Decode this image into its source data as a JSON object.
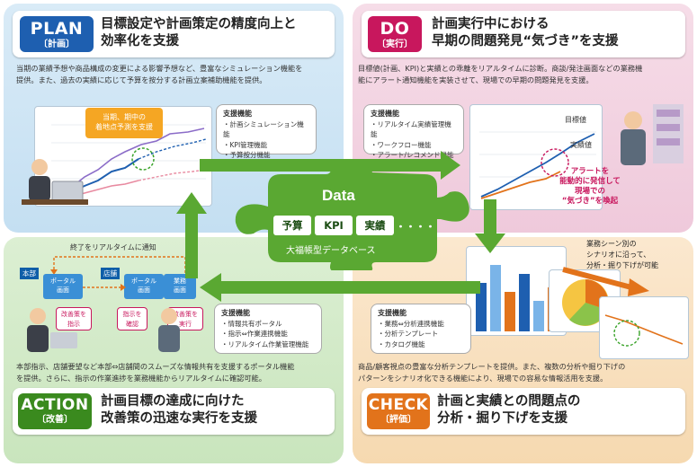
{
  "plan": {
    "badge_en": "PLAN",
    "badge_jp": "〔計画〕",
    "heading_line1": "目標設定や計画策定の精度向上と",
    "heading_line2": "効率化を支援",
    "desc_line1": "当期の業績予想や商品構成の変更による影響予想など、豊富なシミュレーション機能を",
    "desc_line2": "提供。また、過去の実績に応じて予算を按分する計画立案補助機能を提供。",
    "callout_line1": "当期、期中の",
    "callout_line2": "着地点予測を支援",
    "support_title": "支援機能",
    "support_items": [
      "・計画シミュレーション機能",
      "・KPI管理機能",
      "・予算按分機能"
    ],
    "color": "#1e5fb0"
  },
  "do": {
    "badge_en": "DO",
    "badge_jp": "〔実行〕",
    "heading_line1": "計画実行中における",
    "heading_line2": "早期の問題発見“気づき”を支援",
    "desc_line1": "目標値(計画、KPI)と実績との乖離をリアルタイムに診断。商談/発注画面などの業務機",
    "desc_line2": "能にアラート通知機能を実装させて、現場での早期の問題発見を支援。",
    "support_title": "支援機能",
    "support_items": [
      "・リアルタイム実績管理機能",
      "・ワークフロー機能",
      "・アラート/レコメンド機能"
    ],
    "target_label": "目標値",
    "actual_label": "実績値",
    "alert_line1": "アラートを",
    "alert_line2": "能動的に発信して",
    "alert_line3": "現場での",
    "alert_line4": "“気づき”を喚起",
    "color": "#c8175d"
  },
  "action": {
    "badge_en": "ACTION",
    "badge_jp": "〔改善〕",
    "heading_line1": "計画目標の達成に向けた",
    "heading_line2": "改善策の迅速な実行を支援",
    "desc_line1": "本部指示、店舗要望など本部⇔店舗間のスムーズな情報共有を支援するポータル機能",
    "desc_line2": "を提供。さらに、指示の作業進捗を業務機能からリアルタイムに確認可能。",
    "notify_label": "終了をリアルタイムに通知",
    "hq_label": "本部",
    "store_label": "店舗",
    "portal_hq_line1": "ポータル",
    "portal_hq_line2": "画面",
    "portal_store_line1": "ポータル",
    "portal_store_line2": "画面",
    "biz_line1": "業務",
    "biz_line2": "画面",
    "instruct_improve_line1": "改善策を",
    "instruct_improve_line2": "指示",
    "confirm_line1": "指示を",
    "confirm_line2": "確認",
    "execute_line1": "改善策を",
    "execute_line2": "実行",
    "support_title": "支援機能",
    "support_items": [
      "・情報共有ポータル",
      "・指示⇔作業連携機能",
      "・リアルタイム作業管理機能"
    ],
    "color": "#3a8a1e"
  },
  "check": {
    "badge_en": "CHECK",
    "badge_jp": "〔評価〕",
    "heading_line1": "計画と実績との問題点の",
    "heading_line2": "分析・掘り下げを支援",
    "desc_line1": "商品/顧客視点の豊富な分析テンプレートを提供。また、複数の分析や掘り下げの",
    "desc_line2": "パターンをシナリオ化できる機能により、現場での容易な情報活用を支援。",
    "scenario_line1": "業務シーン別の",
    "scenario_line2": "シナリオに沿って、",
    "scenario_line3": "分析・掘り下げが可能",
    "support_title": "支援機能",
    "support_items": [
      "・業務⇔分析連携機能",
      "・分析テンプレート",
      "・カタログ機能"
    ],
    "color": "#e2731b"
  },
  "center": {
    "title": "Data",
    "chips": [
      "予算",
      "KPI",
      "実績"
    ],
    "dots": "・・・・",
    "subtitle": "大福帳型データベース",
    "color": "#5aa832"
  }
}
